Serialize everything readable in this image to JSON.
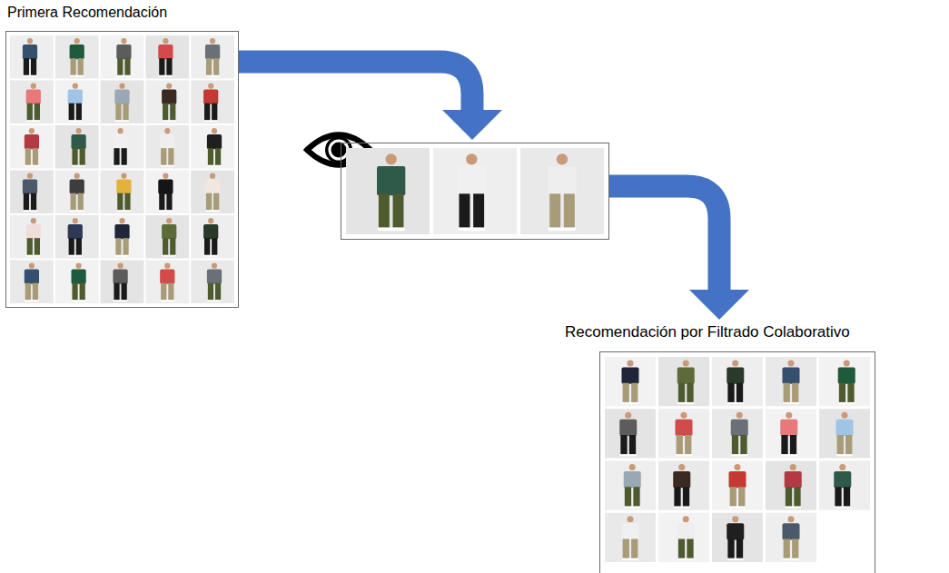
{
  "diagram": {
    "nodes": [
      {
        "text": [
          "Primera Recomendación"
        ]
      },
      {
        "text": []
      },
      {
        "text": [
          "Recomendación por Filtrado Colaborativo"
        ]
      }
    ],
    "edges": [
      {
        "from": 0,
        "to": 1,
        "arrow": "to"
      },
      {
        "from": 1,
        "to": 2,
        "arrow": "to"
      }
    ]
  }
}
